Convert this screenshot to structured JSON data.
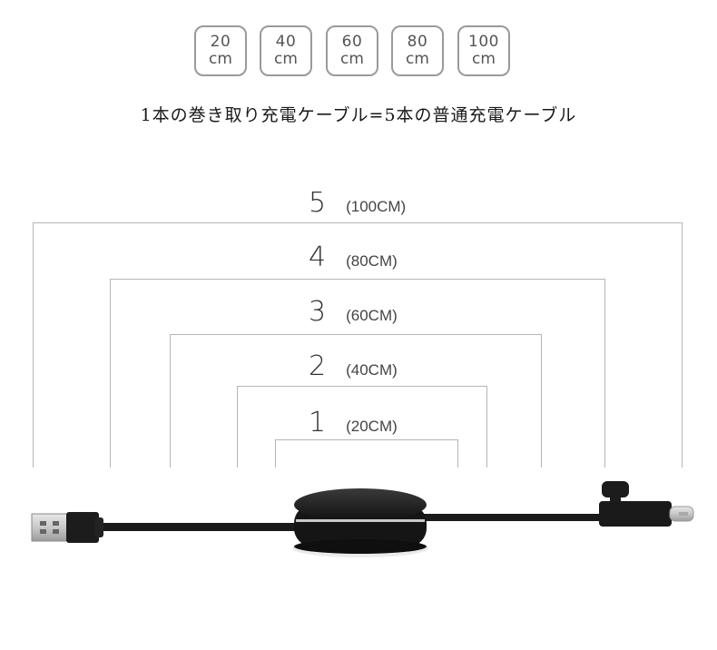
{
  "badges": [
    {
      "num": "20",
      "unit": "cm"
    },
    {
      "num": "40",
      "unit": "cm"
    },
    {
      "num": "60",
      "unit": "cm"
    },
    {
      "num": "80",
      "unit": "cm"
    },
    {
      "num": "100",
      "unit": "cm"
    }
  ],
  "headline": "1本の巻き取り充電ケーブル=5本の普通充電ケーブル",
  "levels": [
    {
      "num": "5",
      "length": "(100CM)"
    },
    {
      "num": "4",
      "length": "(80CM)"
    },
    {
      "num": "3",
      "length": "(60CM)"
    },
    {
      "num": "2",
      "length": "(40CM)"
    },
    {
      "num": "1",
      "length": "(20CM)"
    }
  ],
  "colors": {
    "frame": "#b5b5b5",
    "badge_border": "#9a9a9a",
    "cable": "#1a1a1a",
    "reel_ring": "#c8c8c8"
  }
}
